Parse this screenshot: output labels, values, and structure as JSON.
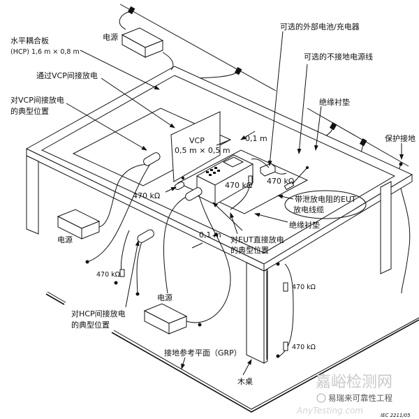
{
  "labels": {
    "psu_top": "电源",
    "hcp_title": "水平耦合板",
    "hcp_size": "(HCP) 1,6 m × 0,8 m",
    "vcp_indirect": "通过VCP间接放电",
    "vcp_typical_1": "对VCP间接放电",
    "vcp_typical_2": "的典型位置",
    "battery": "可选的外部电池/充电器",
    "ungrounded_cord": "可选的不接地电源线",
    "insulation_top": "绝缘衬垫",
    "protective_earth": "保护接地",
    "vcp_name": "VCP",
    "vcp_size": "0,5 m × 0,5 m",
    "dist_top": "0,1 m",
    "res_vcp": "470 kΩ",
    "res_eut": "470 kΩ",
    "res_battery": "470 kΩ",
    "cable_1": "带泄放电阻的EUT",
    "cable_2": "放电线缆",
    "psu_left": "电源",
    "dist_front": "0,1 m",
    "eut_direct_1": "对EUT直接放电",
    "eut_direct_2": "的典型位置",
    "insulation_front": "绝缘衬垫",
    "res_hcp": "470 kΩ",
    "hcp_typical_1": "对HCP间接放电",
    "hcp_typical_2": "的典型位置",
    "psu_bottom": "电源",
    "res_leg_1": "470 kΩ",
    "res_leg_2": "470 kΩ",
    "grp": "接地参考平面（GRP）",
    "wooden_table": "木桌",
    "figure_id": "IEC  2211/05"
  },
  "watermark": {
    "site": "嘉峪检测网",
    "account": "易瑞来可靠性工程",
    "url": "AnyTesting.com"
  }
}
